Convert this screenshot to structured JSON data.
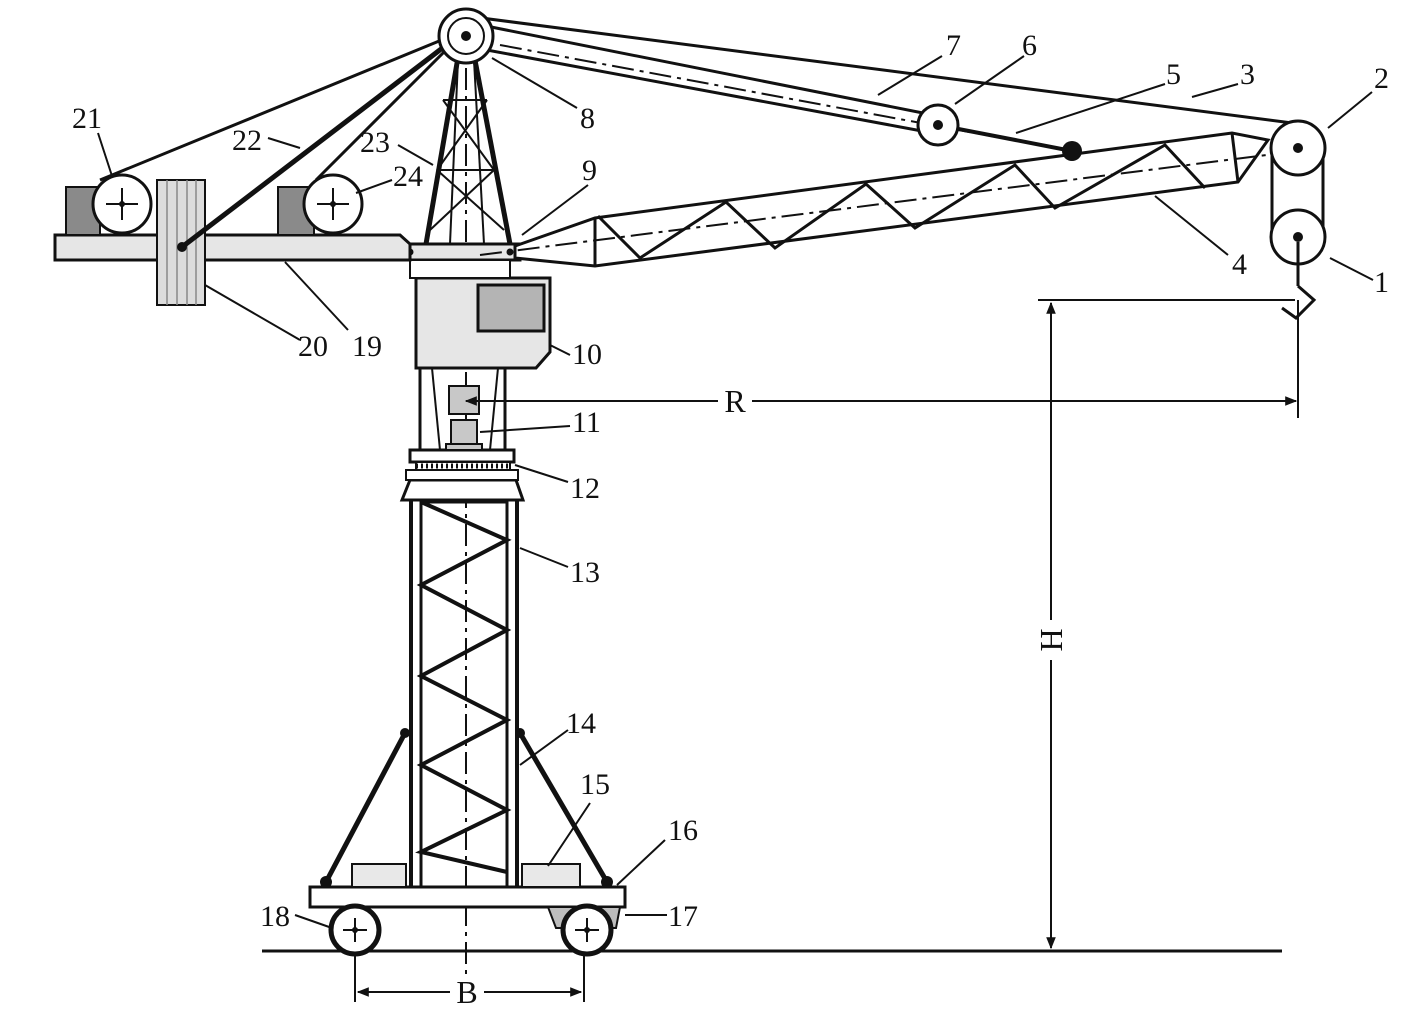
{
  "callouts": [
    "1",
    "2",
    "3",
    "4",
    "5",
    "6",
    "7",
    "8",
    "9",
    "10",
    "11",
    "12",
    "13",
    "14",
    "15",
    "16",
    "17",
    "18",
    "19",
    "20",
    "21",
    "22",
    "23",
    "24"
  ],
  "dimensions": {
    "radius": "R",
    "height": "H",
    "base": "B"
  }
}
